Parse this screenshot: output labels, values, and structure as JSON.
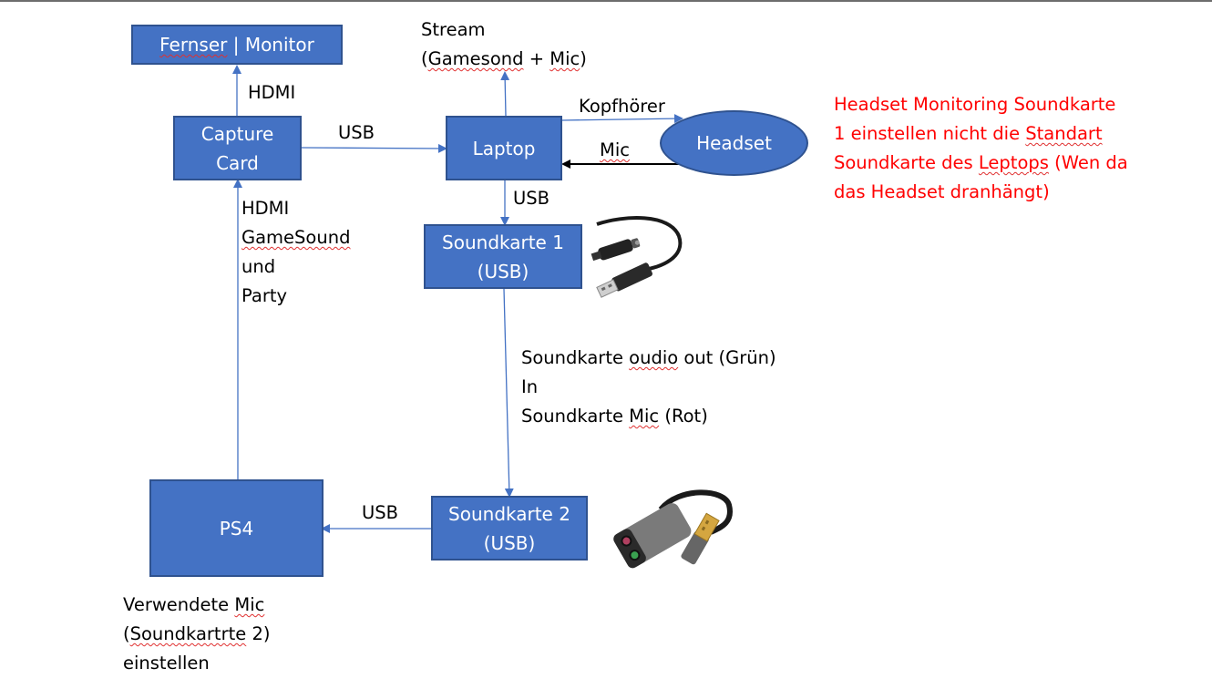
{
  "diagram": {
    "nodes": {
      "monitor": {
        "parts": [
          "Fernser",
          " | Monitor"
        ]
      },
      "capture_card": {
        "lines": [
          "Capture",
          "Card"
        ]
      },
      "laptop": {
        "label": "Laptop"
      },
      "headset": {
        "label": "Headset"
      },
      "soundcard1": {
        "lines": [
          "Soundkarte 1",
          "(USB)"
        ]
      },
      "soundcard2": {
        "lines": [
          "Soundkarte 2",
          "(USB)"
        ]
      },
      "ps4": {
        "label": "PS4"
      }
    },
    "edges": {
      "capture_to_monitor": "HDMI",
      "capture_to_laptop": "USB",
      "laptop_to_stream": {
        "lines": [
          "Stream",
          "(Gamesond + Mic)"
        ]
      },
      "laptop_to_headset": "Kopfhörer",
      "headset_to_laptop": "Mic",
      "laptop_to_soundcard1": "USB",
      "ps4_to_capture": {
        "lines": [
          "HDMI",
          "GameSound",
          "und",
          "Party"
        ]
      },
      "soundcard1_to_soundcard2": {
        "lines": [
          "Soundkarte oudio out (Grün)",
          "In",
          "Soundkarte Mic (Rot)"
        ]
      },
      "soundcard2_to_ps4": "USB"
    },
    "notes": {
      "headset_monitoring": {
        "lines": [
          "Headset Monitoring Soundkarte",
          "1 einstellen nicht die Standart",
          "Soundkarte des Leptops (Wen da",
          "das Headset dranhängt)"
        ],
        "color": "#ff0000"
      },
      "ps4_mic": {
        "lines": [
          "Verwendete Mic",
          "(Soundkartrte 2)",
          "einstellen"
        ]
      }
    },
    "images": {
      "soundcard1_image": "usb-audio-adapter-cable-icon",
      "soundcard2_image": "usb-sound-card-dongle-icon"
    },
    "colors": {
      "box_fill": "#4472c4",
      "box_border": "#2f528f",
      "connector": "#4472c4",
      "mic_arrow": "#000000",
      "note_text": "#ff0000"
    }
  }
}
